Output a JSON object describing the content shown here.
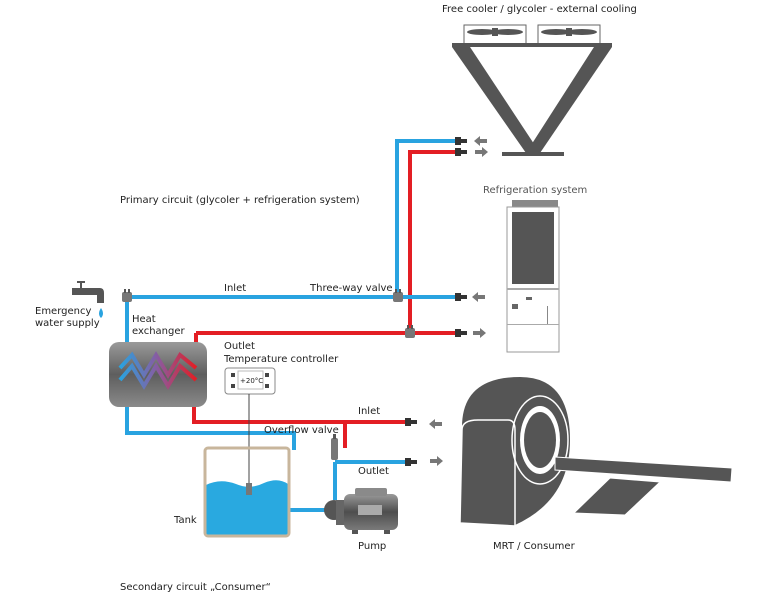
{
  "labels": {
    "free_cooler": "Free cooler / glycoler - external cooling",
    "primary_circuit": "Primary circuit (glycoler + refrigeration system)",
    "refrigeration_system": "Refrigeration system",
    "emergency_water_supply_line1": "Emergency",
    "emergency_water_supply_line2": "water supply",
    "primary_inlet": "Inlet",
    "three_way_valve": "Three-way valve",
    "heat_exchanger_line1": "Heat",
    "heat_exchanger_line2": "exchanger",
    "primary_outlet": "Outlet",
    "temperature_controller": "Temperature controller",
    "controller_display": "+20°C",
    "secondary_inlet": "Inlet",
    "overflow_valve": "Overflow valve",
    "secondary_outlet": "Outlet",
    "tank": "Tank",
    "pump": "Pump",
    "consumer": "MRT / Consumer",
    "secondary_circuit": "Secondary circuit „Consumer“"
  },
  "colors": {
    "cold_pipe": "#29a3e0",
    "hot_pipe": "#e31e24",
    "equipment": "#555555",
    "water": "#29a9e0",
    "tank_frame": "#c8b69c"
  }
}
